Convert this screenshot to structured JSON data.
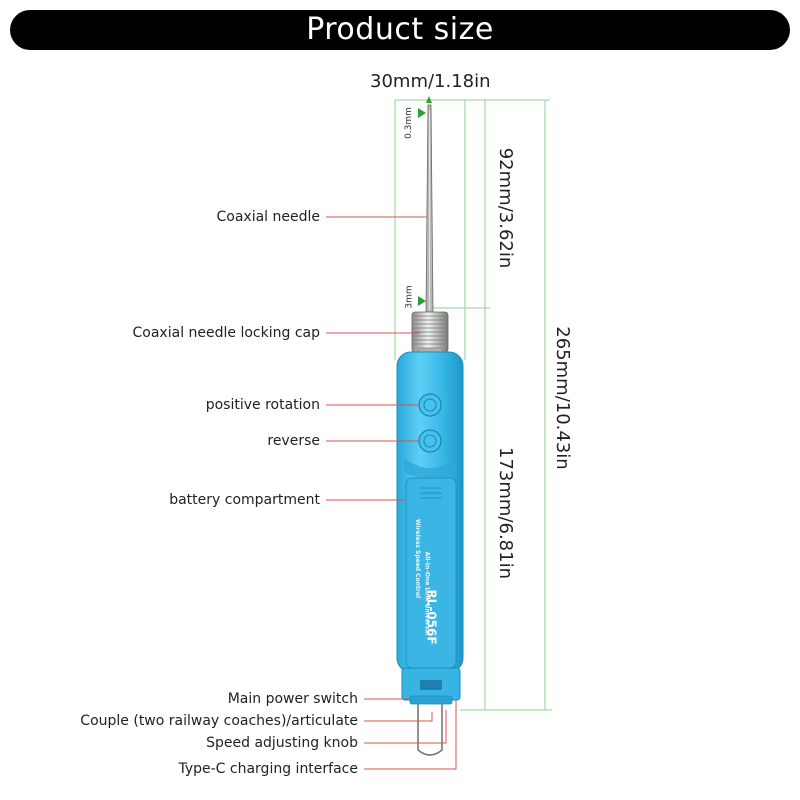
{
  "title": "Product size",
  "dimensions": {
    "width": "30mm/1.18in",
    "needle_length": "92mm/3.62in",
    "total_length": "265mm/10.43in",
    "body_length": "173mm/6.81in",
    "tip_diameter": "0.3mm",
    "base_diameter": "3mm"
  },
  "labels": {
    "coaxial_needle": "Coaxial needle",
    "locking_cap": "Coaxial needle locking cap",
    "positive_rotation": "positive rotation",
    "reverse": "reverse",
    "battery": "battery compartment",
    "power_switch": "Main power switch",
    "couple": "Couple (two railway coaches)/articulate",
    "speed_knob": "Speed adjusting knob",
    "charging": "Type-C charging interface"
  },
  "device": {
    "model": "RL-056F",
    "small_text_1": "Wireless Speed Control",
    "small_text_2": "All-In-One Link Universal"
  },
  "colors": {
    "body": "#3bbcea",
    "body_dark": "#1f9fcf",
    "leader_line": "#d9534f",
    "dimension_line": "#8fd08f",
    "arrow": "#2ca02c",
    "banner": "#000000"
  }
}
